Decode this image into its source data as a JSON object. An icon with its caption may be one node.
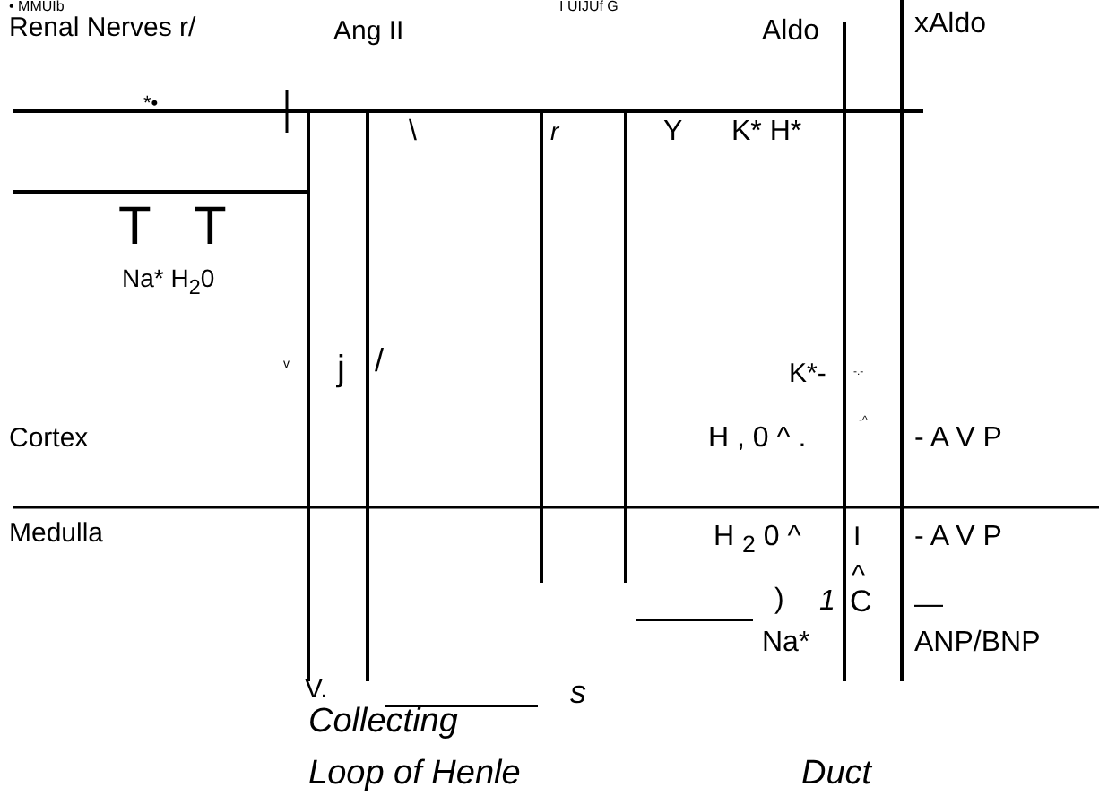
{
  "diagram": {
    "labels": [
      "• MMUIb",
      "Renal Nerves r/",
      "Ang II",
      "I UIJUf G",
      "Aldo",
      "xAldo",
      "*•",
      "\\",
      "r",
      "Y",
      "K* H*",
      "T",
      "T",
      "Na* H$_{2}$0",
      "v",
      "j",
      "/",
      "K*-",
      "-.-",
      "Cortex",
      "H , 0 ^ .",
      "-^",
      "- A V P",
      "Medulla",
      "H $_{2}$ 0 ^",
      "I",
      "- A V P",
      "^",
      ")",
      "1",
      "C",
      "—",
      "Na*",
      "ANP/BNP",
      "V.",
      "s",
      "Collecting",
      "Loop of Henle",
      "Duct"
    ]
  }
}
